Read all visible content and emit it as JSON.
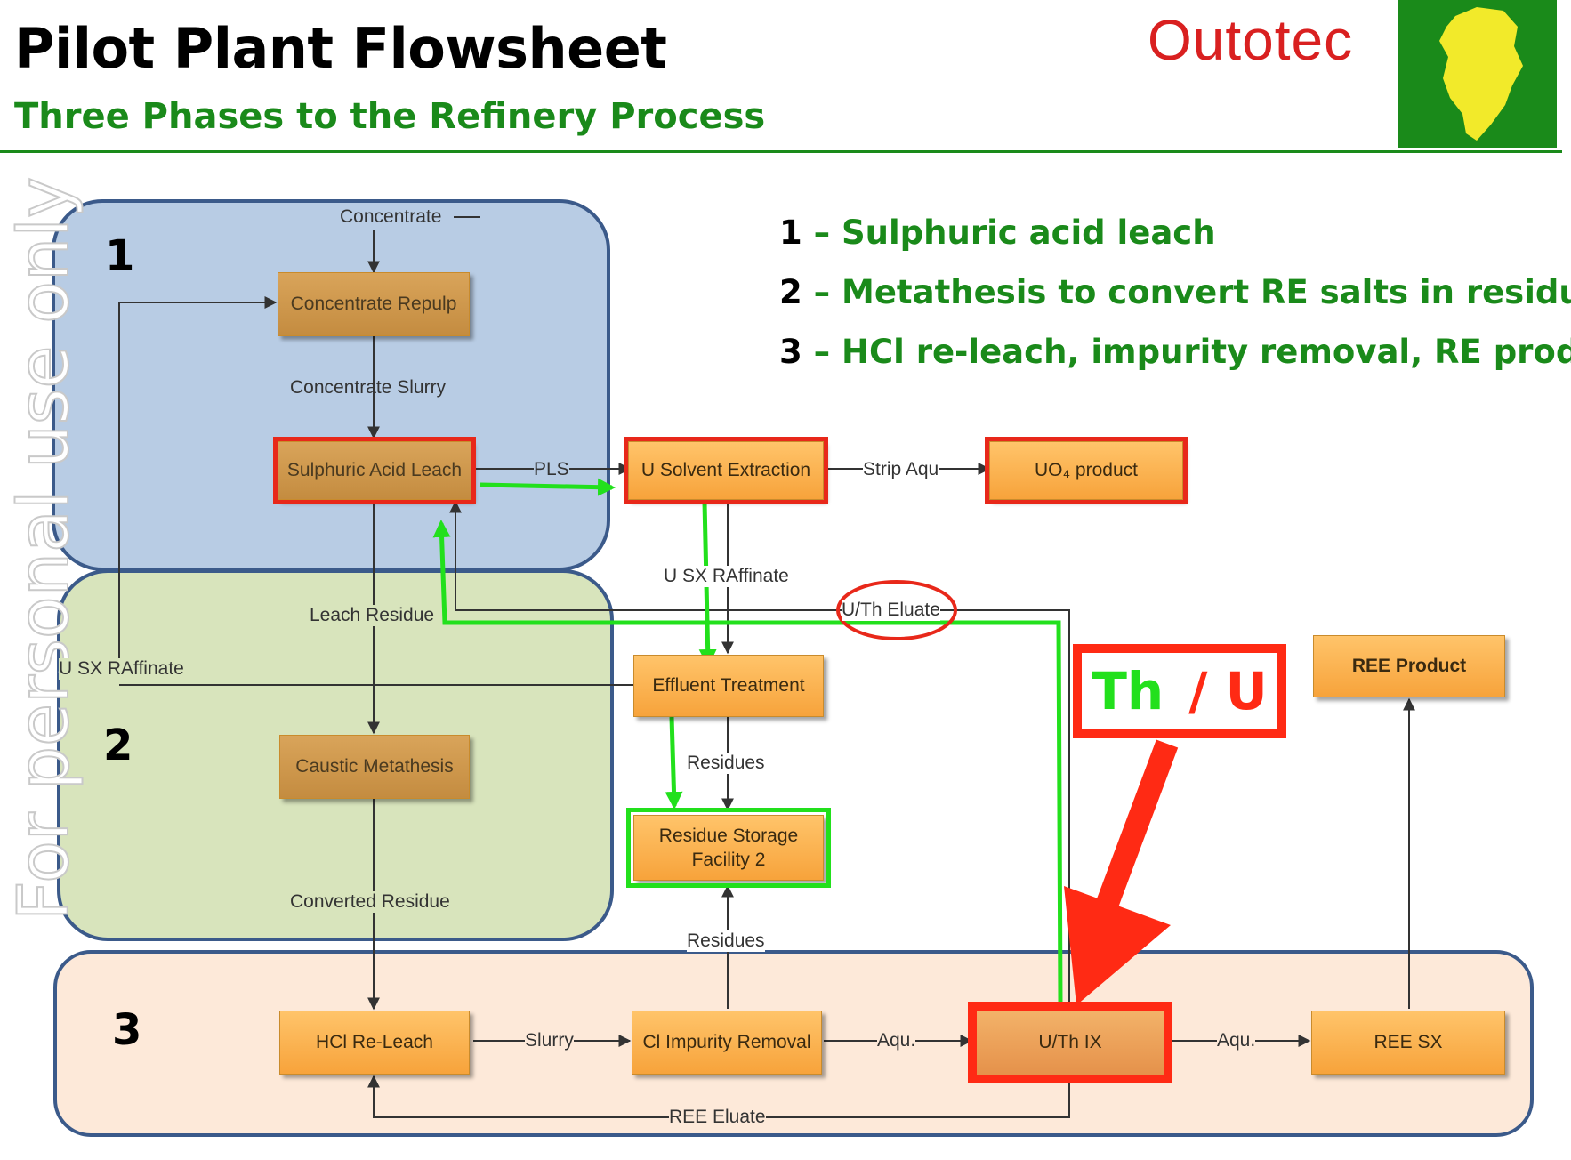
{
  "header": {
    "title": "Pilot Plant Flowsheet",
    "subtitle": "Three Phases to the Refinery Process",
    "logo_text": "Outotec"
  },
  "watermark": "For personal use only",
  "legend": [
    {
      "num": "1",
      "text": "Sulphuric acid leach"
    },
    {
      "num": "2",
      "text": "Metathesis to convert RE salts in residue"
    },
    {
      "num": "3",
      "text": "HCl re-leach, impurity removal, RE product"
    }
  ],
  "phases": [
    "1",
    "2",
    "3"
  ],
  "nodes": {
    "concentrate_repulp": "Concentrate Repulp",
    "sulphuric_acid_leach": "Sulphuric Acid Leach",
    "u_solvent_extraction": "U Solvent Extraction",
    "uo4_product": "UO₄ product",
    "effluent_treatment": "Effluent Treatment",
    "residue_storage": "Residue Storage Facility 2",
    "caustic_metathesis": "Caustic Metathesis",
    "hcl_reLeach": "HCl Re-Leach",
    "cl_impurity_removal": "Cl Impurity Removal",
    "uth_ix": "U/Th IX",
    "ree_sx": "REE SX",
    "ree_product": "REE Product"
  },
  "flow_labels": {
    "concentrate": "Concentrate",
    "concentrate_slurry": "Concentrate Slurry",
    "pls": "PLS",
    "strip_aqu": "Strip Aqu",
    "u_sx_raffinate_top": "U SX RAffinate",
    "uth_eluate": "U/Th Eluate",
    "leach_residue": "Leach Residue",
    "u_sx_raffinate_left": "U SX RAffinate",
    "residues_1": "Residues",
    "residues_2": "Residues",
    "converted_residue": "Converted Residue",
    "slurry": "Slurry",
    "aqu_1": "Aqu.",
    "aqu_2": "Aqu.",
    "ree_eluate": "REE Eluate"
  },
  "callout": {
    "th": "Th",
    "u": "/ U"
  },
  "colors": {
    "phase1_fill": "#b8cce4",
    "phase2_fill": "#d8e4bc",
    "phase3_fill": "#fde9d9",
    "highlight_red": "#e8281a",
    "highlight_green": "#22e01c",
    "title_green": "#1a8a1a"
  }
}
